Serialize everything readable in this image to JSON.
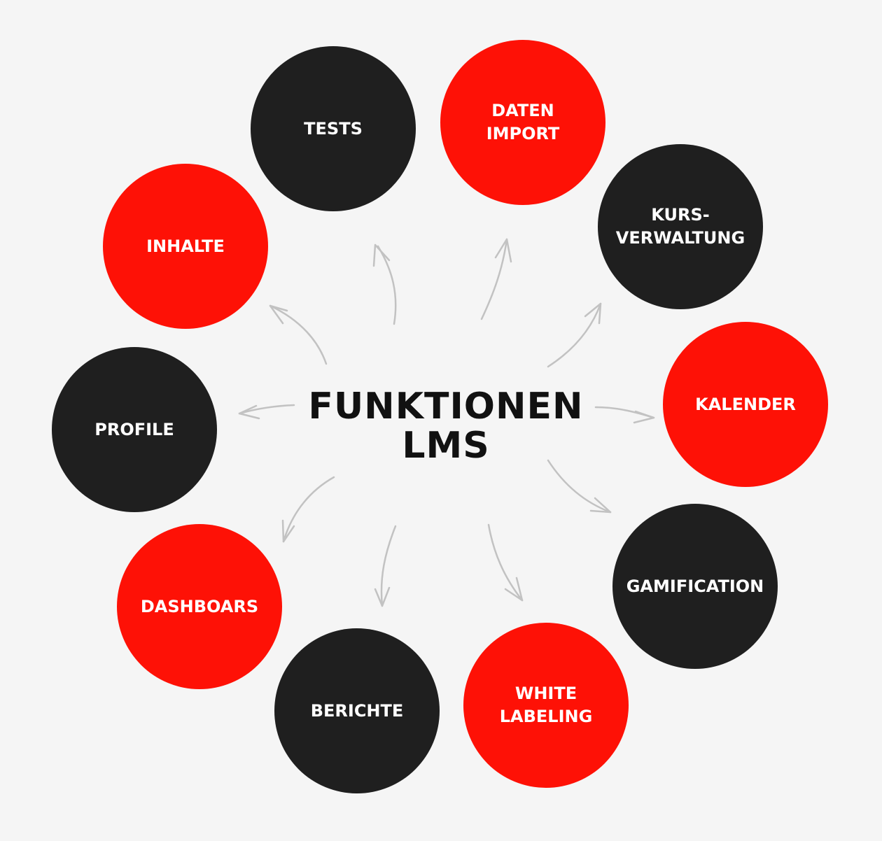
{
  "center": {
    "line1": "FUNKTIONEN",
    "line2": "LMS"
  },
  "colors": {
    "red": "#fe1106",
    "dark": "#1f1f1f",
    "background": "#f5f5f5",
    "arrow": "#c2c2c2"
  },
  "nodes": [
    {
      "id": "tests",
      "label": "TESTS",
      "color": "dark"
    },
    {
      "id": "daten-import",
      "label": "DATEN\nIMPORT",
      "color": "red"
    },
    {
      "id": "kursverwaltung",
      "label": "KURS-\nVERWALTUNG",
      "color": "dark"
    },
    {
      "id": "kalender",
      "label": "KALENDER",
      "color": "red"
    },
    {
      "id": "gamification",
      "label": "GAMIFICATION",
      "color": "dark"
    },
    {
      "id": "white-labeling",
      "label": "WHITE\nLABELING",
      "color": "red"
    },
    {
      "id": "berichte",
      "label": "BERICHTE",
      "color": "dark"
    },
    {
      "id": "dashboars",
      "label": "DASHBOARS",
      "color": "red"
    },
    {
      "id": "profile",
      "label": "PROFILE",
      "color": "dark"
    },
    {
      "id": "inhalte",
      "label": "INHALTE",
      "color": "red"
    }
  ]
}
